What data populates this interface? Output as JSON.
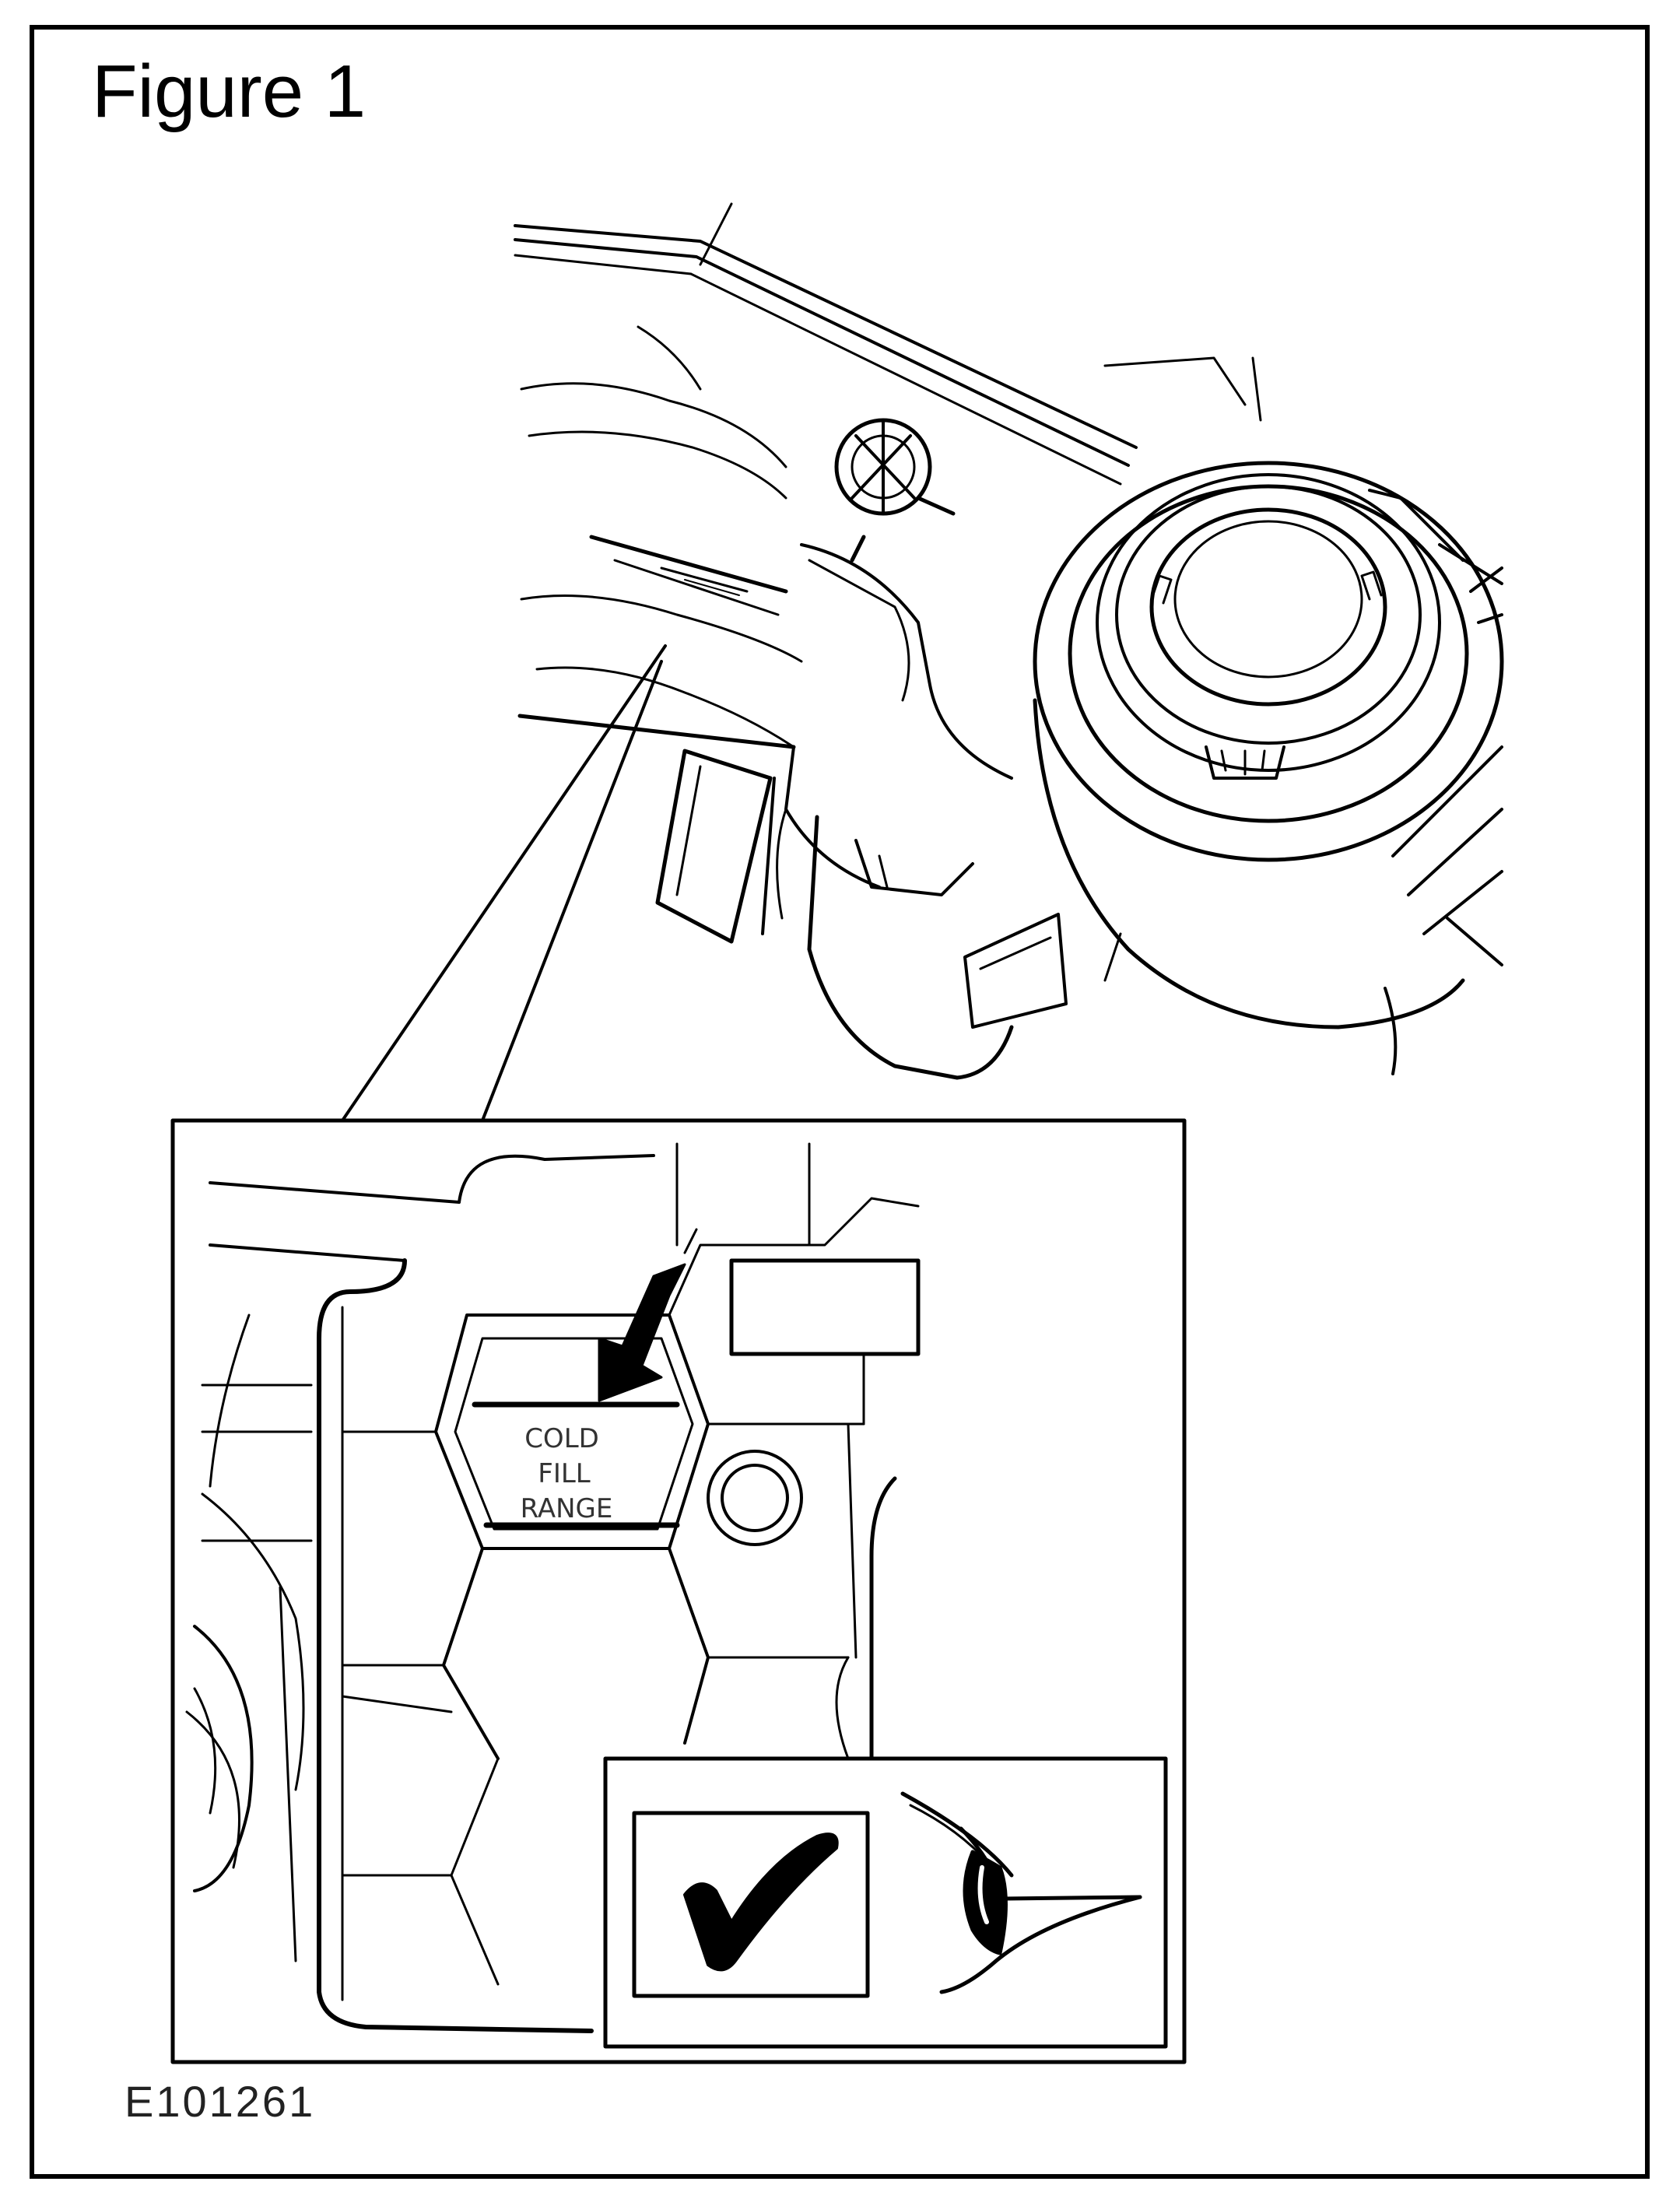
{
  "figure": {
    "title": "Figure 1",
    "reference_code": "E101261"
  },
  "detail": {
    "label_lines": [
      "COLD",
      "FILL",
      "RANGE"
    ]
  },
  "icons": {
    "check": "checkmark-icon",
    "eye": "eye-icon"
  }
}
